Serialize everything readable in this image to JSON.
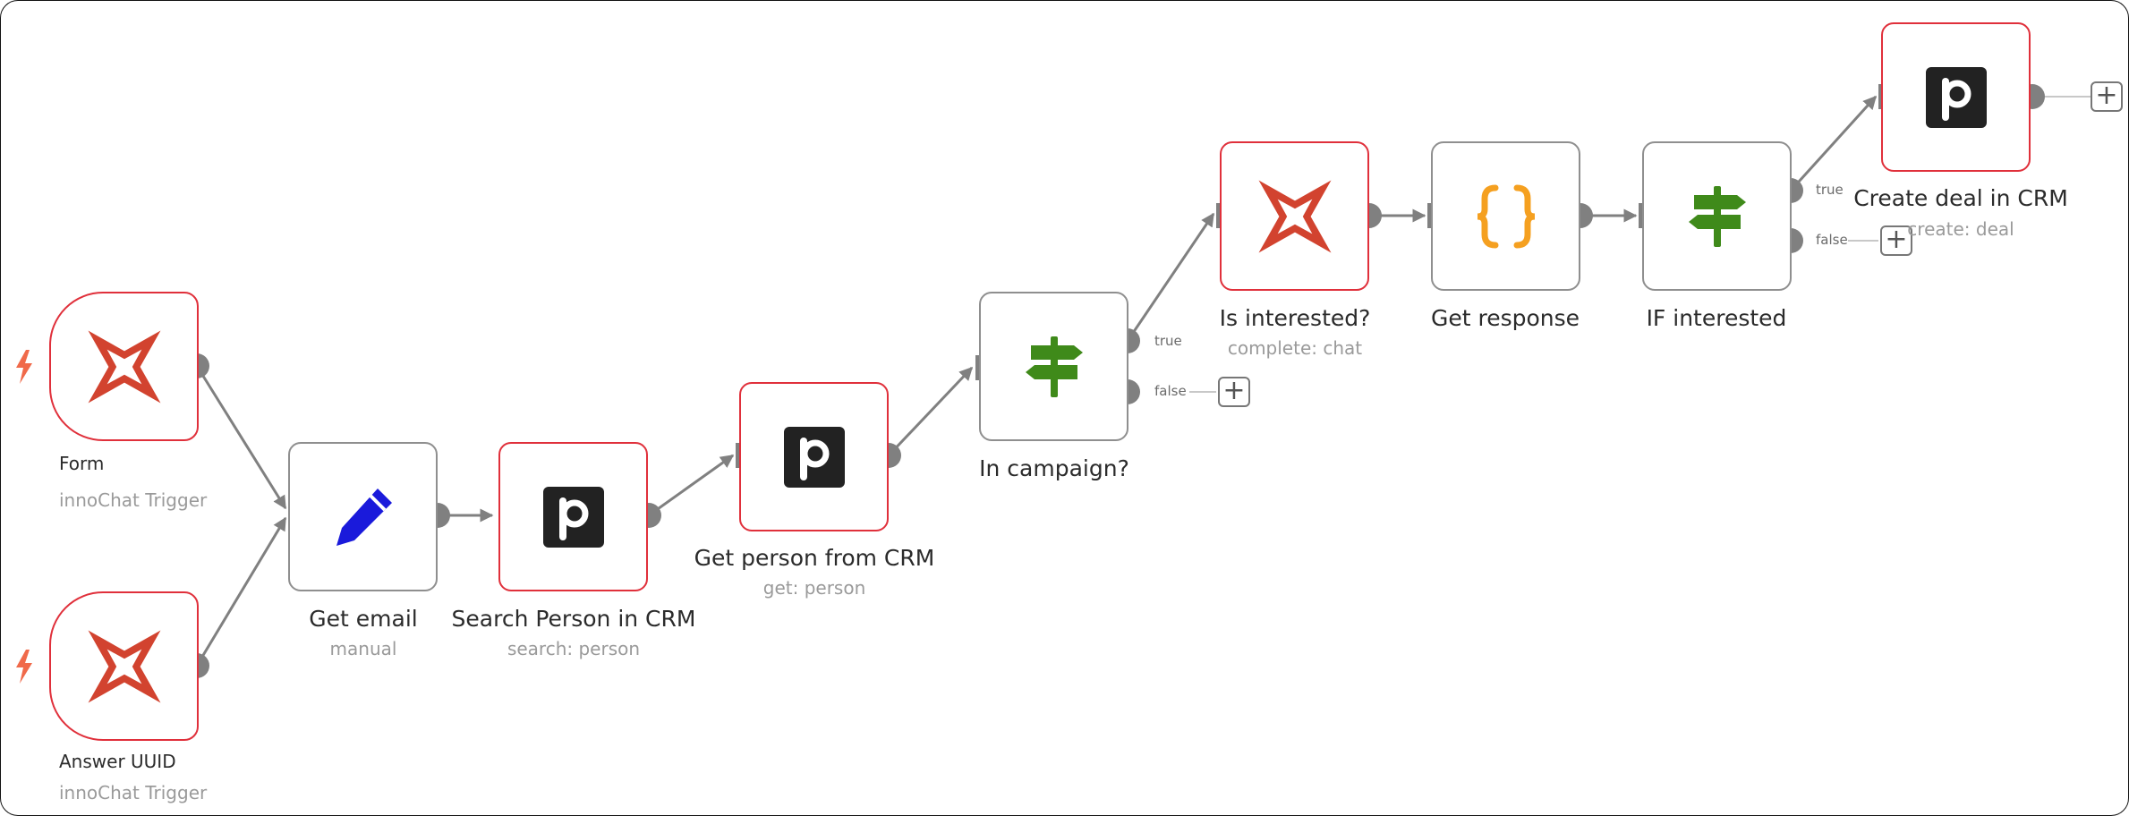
{
  "nodes": {
    "form": {
      "title": "Form",
      "subtitle": "innoChat Trigger",
      "icon": "innochat-logo-icon"
    },
    "answer_uuid": {
      "title": "Answer UUID",
      "subtitle": "innoChat Trigger",
      "icon": "innochat-logo-icon"
    },
    "get_email": {
      "title": "Get email",
      "subtitle": "manual",
      "icon": "pencil-icon"
    },
    "search_person": {
      "title": "Search Person in CRM",
      "subtitle": "search: person",
      "icon": "pipedrive-logo-icon"
    },
    "get_person": {
      "title": "Get person from CRM",
      "subtitle": "get: person",
      "icon": "pipedrive-logo-icon"
    },
    "in_campaign": {
      "title": "In campaign?",
      "icon": "signpost-icon",
      "true_label": "true",
      "false_label": "false"
    },
    "is_interested": {
      "title": "Is interested?",
      "subtitle": "complete: chat",
      "icon": "innochat-logo-icon"
    },
    "get_response": {
      "title": "Get response",
      "icon": "curly-braces-icon"
    },
    "if_interested": {
      "title": "IF interested",
      "icon": "signpost-icon",
      "true_label": "true",
      "false_label": "false"
    },
    "create_deal": {
      "title": "Create deal in CRM",
      "subtitle": "create: deal",
      "icon": "pipedrive-logo-icon"
    }
  },
  "plus_symbol": "+",
  "colors": {
    "error_border": "#e0303b",
    "node_border": "#8f8f8f",
    "connector": "#808080",
    "innochat": "#d2432f",
    "pencil": "#1a1adb",
    "pipedrive": "#222222",
    "signpost": "#3f8a1a",
    "braces": "#f5a020",
    "bolt": "#f06a4a"
  }
}
